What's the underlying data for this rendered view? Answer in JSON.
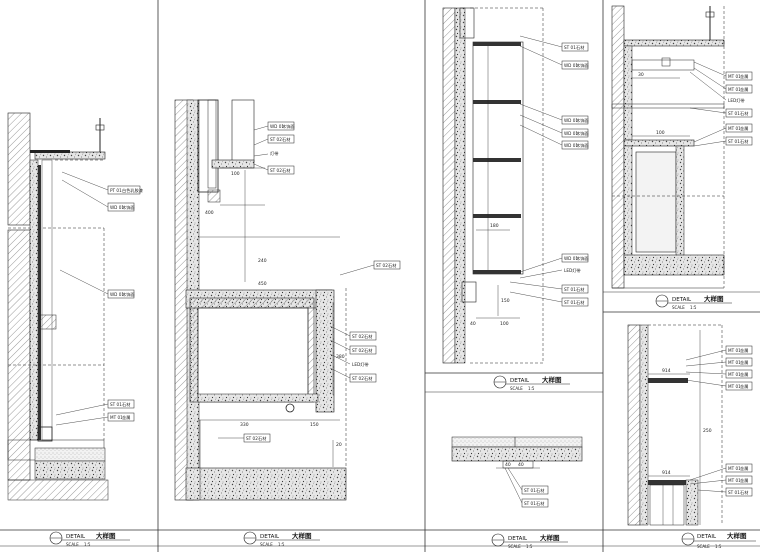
{
  "sheet": {
    "panels": [
      {
        "id": "a",
        "title_en": "DETAIL",
        "title_cn": "大样图",
        "scale_label": "SCALE",
        "scale_value": "1:5",
        "tags": [
          {
            "code": "PT 01",
            "note": "白色乳胶漆"
          },
          {
            "code": "WD 01",
            "note": "木饰面"
          },
          {
            "code": "WD 01",
            "note": "木饰面"
          },
          {
            "code": "ST 01",
            "note": "石材"
          },
          {
            "code": "MT 01",
            "note": "金属"
          }
        ]
      },
      {
        "id": "b",
        "title_en": "DETAIL",
        "title_cn": "大样图",
        "scale_label": "SCALE",
        "scale_value": "1:5",
        "tags": [
          {
            "code": "WD 01",
            "note": "木饰面"
          },
          {
            "code": "ST 02",
            "note": "石材"
          },
          {
            "code": "",
            "note": "灯带"
          },
          {
            "code": "ST 02",
            "note": "石材"
          },
          {
            "code": "ST 02",
            "note": "石材"
          },
          {
            "code": "ST 02",
            "note": "石材"
          },
          {
            "code": "ST 02",
            "note": "石材"
          },
          {
            "code": "",
            "note": "LED灯带"
          },
          {
            "code": "ST 02",
            "note": "石材"
          },
          {
            "code": "ST 02",
            "note": "石材"
          }
        ],
        "dims": [
          "100",
          "400",
          "240",
          "450",
          "380",
          "330",
          "150",
          "20"
        ]
      },
      {
        "id": "c",
        "title_en": "DETAIL",
        "title_cn": "大样图",
        "scale_label": "SCALE",
        "scale_value": "1:5",
        "tags": [
          {
            "code": "ST 01",
            "note": "石材"
          },
          {
            "code": "WD 01",
            "note": "木饰面"
          },
          {
            "code": "WD 01",
            "note": "木饰面"
          },
          {
            "code": "WD 01",
            "note": "木饰面"
          },
          {
            "code": "WD 01",
            "note": "木饰面"
          },
          {
            "code": "WD 01",
            "note": "木饰面"
          },
          {
            "code": "",
            "note": "LED灯带"
          },
          {
            "code": "ST 01",
            "note": "石材"
          },
          {
            "code": "ST 01",
            "note": "石材"
          }
        ],
        "dims": [
          "180",
          "150",
          "40",
          "100"
        ]
      },
      {
        "id": "d",
        "title_en": "DETAIL",
        "title_cn": "大样图",
        "scale_label": "SCALE",
        "scale_value": "1:5",
        "tags": [
          {
            "code": "ST 01",
            "note": "石材"
          },
          {
            "code": "ST 01",
            "note": "石材"
          }
        ],
        "dims": [
          "40",
          "40"
        ]
      },
      {
        "id": "e",
        "title_en": "DETAIL",
        "title_cn": "大样图",
        "scale_label": "SCALE",
        "scale_value": "1:5",
        "tags": [
          {
            "code": "MT 01",
            "note": "金属"
          },
          {
            "code": "MT 01",
            "note": "金属"
          },
          {
            "code": "",
            "note": "LED灯带"
          },
          {
            "code": "ST 01",
            "note": "石材"
          },
          {
            "code": "MT 01",
            "note": "金属"
          },
          {
            "code": "ST 01",
            "note": "石材"
          }
        ],
        "dims": [
          "30",
          "100"
        ]
      },
      {
        "id": "f",
        "title_en": "DETAIL",
        "title_cn": "大样图",
        "scale_label": "SCALE",
        "scale_value": "1:5",
        "tags": [
          {
            "code": "MT 01",
            "note": "金属"
          },
          {
            "code": "MT 01",
            "note": "金属"
          },
          {
            "code": "MT 01",
            "note": "金属"
          },
          {
            "code": "MT 01",
            "note": "金属"
          },
          {
            "code": "MT 01",
            "note": "金属"
          },
          {
            "code": "MT 01",
            "note": "金属"
          },
          {
            "code": "ST 01",
            "note": "石材"
          }
        ],
        "dims": [
          "914",
          "914",
          "250"
        ]
      }
    ]
  }
}
